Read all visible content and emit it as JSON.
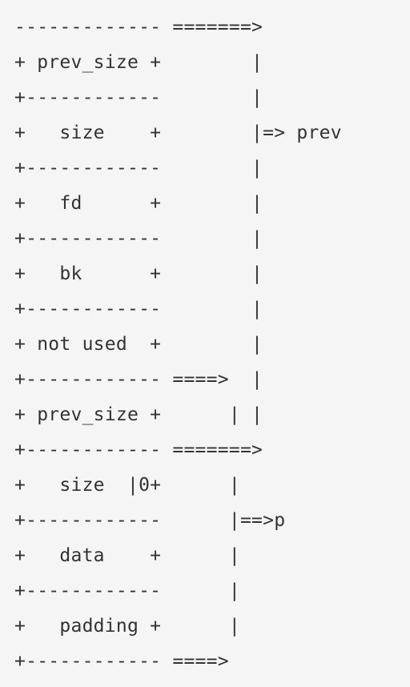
{
  "code_block": {
    "lines": [
      "------------- =======>",
      "+ prev_size +        |",
      "+------------        |",
      "+   size    +        |=> prev",
      "+------------        |",
      "+   fd      +        |",
      "+------------        |",
      "+   bk      +        |",
      "+------------        |",
      "+ not used  +        |",
      "+------------ ====>  |",
      "+ prev_size +      | |",
      "+------------ =======>",
      "+   size  |0+      |",
      "+------------      |==>p",
      "+   data    +      |",
      "+------------      |",
      "+   padding +      |",
      "+------------ ====>"
    ]
  }
}
